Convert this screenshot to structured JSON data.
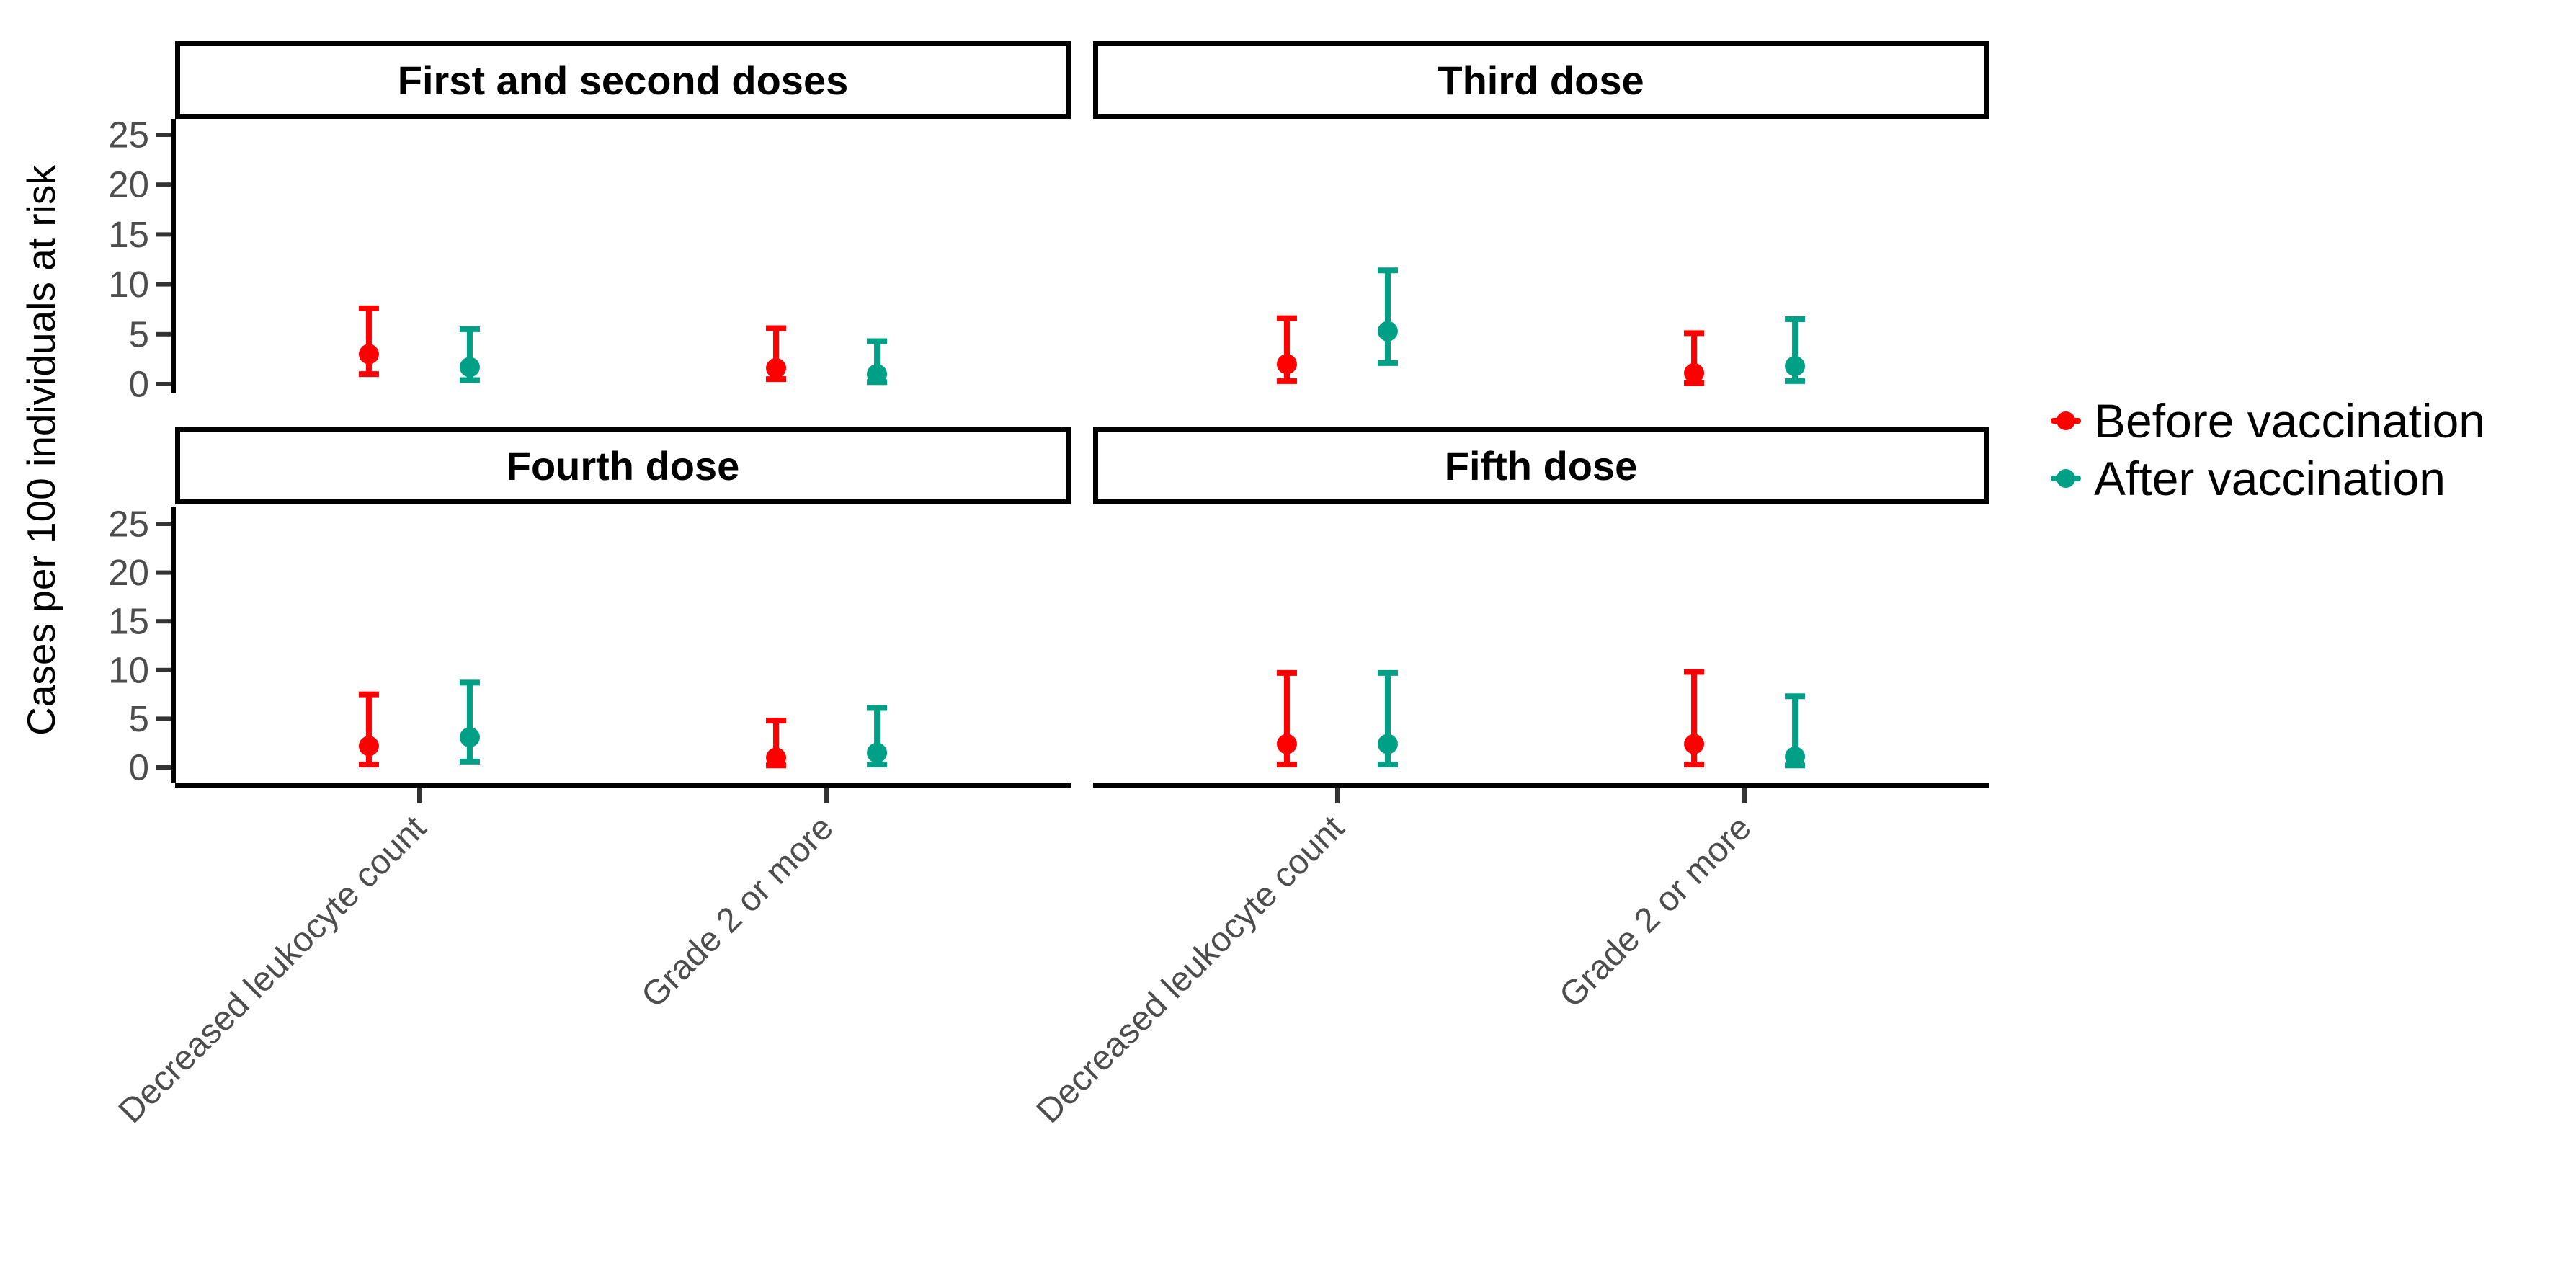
{
  "ylabel": "Cases per 100 individuals at risk",
  "legend": {
    "items": [
      {
        "label": "Before vaccination",
        "color": "#FF0000"
      },
      {
        "label": "After vaccination",
        "color": "#00A087"
      }
    ]
  },
  "chart_data": {
    "type": "pointrange",
    "title": "",
    "xlabel": "",
    "ylabel": "Cases per 100 individuals at risk",
    "ylim": [
      0,
      26
    ],
    "yticks": [
      0,
      5,
      10,
      15,
      20,
      25
    ],
    "grid": false,
    "legend_position": "right",
    "categories": [
      "Decreased leukocyte count",
      "Grade 2 or more"
    ],
    "series": [
      {
        "name": "Before vaccination",
        "color": "#FF0000"
      },
      {
        "name": "After vaccination",
        "color": "#00A087"
      }
    ],
    "facets": [
      {
        "label": "First and second doses",
        "points": [
          {
            "category": "Decreased leukocyte count",
            "series": "Before vaccination",
            "estimate": 3.0,
            "lower": 1.0,
            "upper": 7.6
          },
          {
            "category": "Decreased leukocyte count",
            "series": "After vaccination",
            "estimate": 1.7,
            "lower": 0.4,
            "upper": 5.5
          },
          {
            "category": "Grade 2 or more",
            "series": "Before vaccination",
            "estimate": 1.6,
            "lower": 0.5,
            "upper": 5.6
          },
          {
            "category": "Grade 2 or more",
            "series": "After vaccination",
            "estimate": 1.0,
            "lower": 0.2,
            "upper": 4.3
          }
        ]
      },
      {
        "label": "Third dose",
        "points": [
          {
            "category": "Decreased leukocyte count",
            "series": "Before vaccination",
            "estimate": 2.0,
            "lower": 0.3,
            "upper": 6.6
          },
          {
            "category": "Decreased leukocyte count",
            "series": "After vaccination",
            "estimate": 5.3,
            "lower": 2.1,
            "upper": 11.4
          },
          {
            "category": "Grade 2 or more",
            "series": "Before vaccination",
            "estimate": 1.1,
            "lower": 0.1,
            "upper": 5.1
          },
          {
            "category": "Grade 2 or more",
            "series": "After vaccination",
            "estimate": 1.8,
            "lower": 0.3,
            "upper": 6.5
          }
        ]
      },
      {
        "label": "Fourth dose",
        "points": [
          {
            "category": "Decreased leukocyte count",
            "series": "Before vaccination",
            "estimate": 2.2,
            "lower": 0.3,
            "upper": 7.5
          },
          {
            "category": "Decreased leukocyte count",
            "series": "After vaccination",
            "estimate": 3.1,
            "lower": 0.6,
            "upper": 8.7
          },
          {
            "category": "Grade 2 or more",
            "series": "Before vaccination",
            "estimate": 1.0,
            "lower": 0.2,
            "upper": 4.8
          },
          {
            "category": "Grade 2 or more",
            "series": "After vaccination",
            "estimate": 1.5,
            "lower": 0.3,
            "upper": 6.1
          }
        ]
      },
      {
        "label": "Fifth dose",
        "points": [
          {
            "category": "Decreased leukocyte count",
            "series": "Before vaccination",
            "estimate": 2.4,
            "lower": 0.3,
            "upper": 9.7
          },
          {
            "category": "Decreased leukocyte count",
            "series": "After vaccination",
            "estimate": 2.4,
            "lower": 0.3,
            "upper": 9.7
          },
          {
            "category": "Grade 2 or more",
            "series": "Before vaccination",
            "estimate": 2.4,
            "lower": 0.3,
            "upper": 9.8
          },
          {
            "category": "Grade 2 or more",
            "series": "After vaccination",
            "estimate": 1.1,
            "lower": 0.2,
            "upper": 7.3
          }
        ]
      }
    ]
  }
}
